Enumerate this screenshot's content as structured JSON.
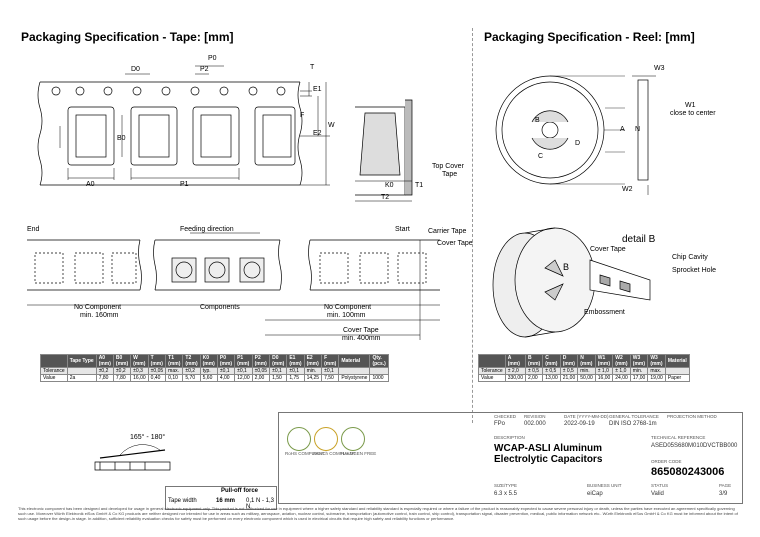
{
  "tape_section": {
    "title": "Packaging Specification - Tape: [mm]",
    "labels": {
      "D0": "D0",
      "P0": "P0",
      "P2": "P2",
      "T": "T",
      "E1": "E1",
      "F": "F",
      "W": "W",
      "E2": "E2",
      "B0": "B0",
      "A0": "A0",
      "P1": "P1",
      "K0": "K0",
      "T1": "T1",
      "T2": "T2",
      "top_cover": "Top Cover",
      "tape": "Tape"
    },
    "strip": {
      "end": "End",
      "start": "Start",
      "feeding": "Feeding direction",
      "carrier": "Carrier Tape",
      "cover": "Cover Tape",
      "nocomp1": "No Component",
      "min160": "min. 160mm",
      "components": "Components",
      "nocomp2": "No Component",
      "min100": "min. 100mm",
      "covertape": "Cover Tape",
      "min400": "min. 400mm"
    },
    "table": {
      "headers": [
        "Tape Type",
        "A0\n(mm)",
        "B0\n(mm)",
        "W\n(mm)",
        "T\n(mm)",
        "T1\n(mm)",
        "T2\n(mm)",
        "K0\n(mm)",
        "P0\n(mm)",
        "P1\n(mm)",
        "P2\n(mm)",
        "D0\n(mm)",
        "E1\n(mm)",
        "E2\n(mm)",
        "F\n(mm)",
        "Material",
        "Qty.\n(pcs.)"
      ],
      "rows": [
        [
          "Tolerance",
          "",
          "±0,2",
          "±0,2",
          "±0,3",
          "±0,05",
          "max.",
          "±0,2",
          "typ.",
          "±0,1",
          "±0,1",
          "±0,05",
          "±0,1",
          "±0,1",
          "min.",
          "±0,1",
          "",
          ""
        ],
        [
          "Value",
          "2a",
          "7,80",
          "7,80",
          "16,00",
          "0,40",
          "0,10",
          "5,70",
          "5,60",
          "4,00",
          "12,00",
          "2,00",
          "1,50",
          "1,75",
          "14,25",
          "7,50",
          "Polystyrene",
          "1000"
        ]
      ]
    }
  },
  "reel_section": {
    "title": "Packaging Specification - Reel: [mm]",
    "labels": {
      "W3": "W3",
      "W1": "W1",
      "W1b": "close to center",
      "A": "A",
      "N": "N",
      "W2": "W2",
      "B": "B",
      "C": "C",
      "D": "D",
      "detailB": "detail B",
      "covertape": "Cover Tape",
      "chipcavity": "Chip Cavity",
      "sprocket": "Sprocket Hole",
      "emboss": "Embossment",
      "B2": "B"
    },
    "table": {
      "headers": [
        "",
        "A\n(mm)",
        "B\n(mm)",
        "C\n(mm)",
        "D\n(mm)",
        "N\n(mm)",
        "W1\n(mm)",
        "W2\n(mm)",
        "W3\n(mm)",
        "W3\n(mm)",
        "Material"
      ],
      "rows": [
        [
          "Tolerance",
          "± 2,0",
          "± 0,5",
          "± 0,5",
          "± 0,5",
          "min.",
          "± 1,0",
          "± 1,0",
          "min.",
          "max.",
          ""
        ],
        [
          "Value",
          "330,00",
          "2,00",
          "13,00",
          "21,00",
          "50,00",
          "16,00",
          "24,00",
          "17,00",
          "19,00",
          "Paper"
        ]
      ]
    }
  },
  "peel": {
    "angle": "165° - 180°",
    "label": "Pull-off force",
    "tape": "Tape width",
    "width": "16 mm",
    "force": "0,1 N - 1,3 N"
  },
  "titleblock": {
    "checked_c": "CHECKED",
    "checked": "FPo",
    "rev_c": "REVISION",
    "rev": "002.000",
    "date_c": "DATE (YYYY-MM-DD)",
    "date": "2022-09-19",
    "tol_c": "GENERAL TOLERANCE",
    "tol": "DIN ISO 2768-1m",
    "proj_c": "PROJECTION METHOD",
    "desc_c": "DESCRIPTION",
    "desc": "WCAP-ASLI Aluminum Electrolytic Capacitors",
    "tech_c": "TECHNICAL REFERENCE",
    "tech": "ASED05S680M010DVCTBB000",
    "order_c": "ORDER CODE",
    "order": "865080243006",
    "size_c": "SIZE/TYPE",
    "size": "6.3 x 5.5",
    "unit_c": "BUSINESS UNIT",
    "unit": "eiCap",
    "status_c": "STATUS",
    "status": "Valid",
    "page_c": "PAGE",
    "page": "3/9",
    "badges": [
      "RoHS COMPLIANT",
      "REACh COMPLIANT",
      "HALOGEN FREE"
    ]
  },
  "footer": "This electronic component has been designed and developed for usage in general electronic equipment only. This product is not authorized for use in equipment where a higher safety standard and reliability standard is especially required or where a failure of the product is reasonably expected to cause severe personal injury or death, unless the parties have executed an agreement specifically governing such use. Moreover Würth Elektronik eiSos GmbH & Co KG products are neither designed nor intended for use in areas such as military, aerospace, aviation, nuclear control, submarine, transportation (automotive control, train control, ship control), transportation signal, disaster prevention, medical, public information network etc.. Würth Elektronik eiSos GmbH & Co KG must be informed about the intent of such usage before the design-in stage. In addition, sufficient reliability evaluation checks for safety must be performed on every electronic component which is used in electrical circuits that require high safety and reliability functions or performance."
}
